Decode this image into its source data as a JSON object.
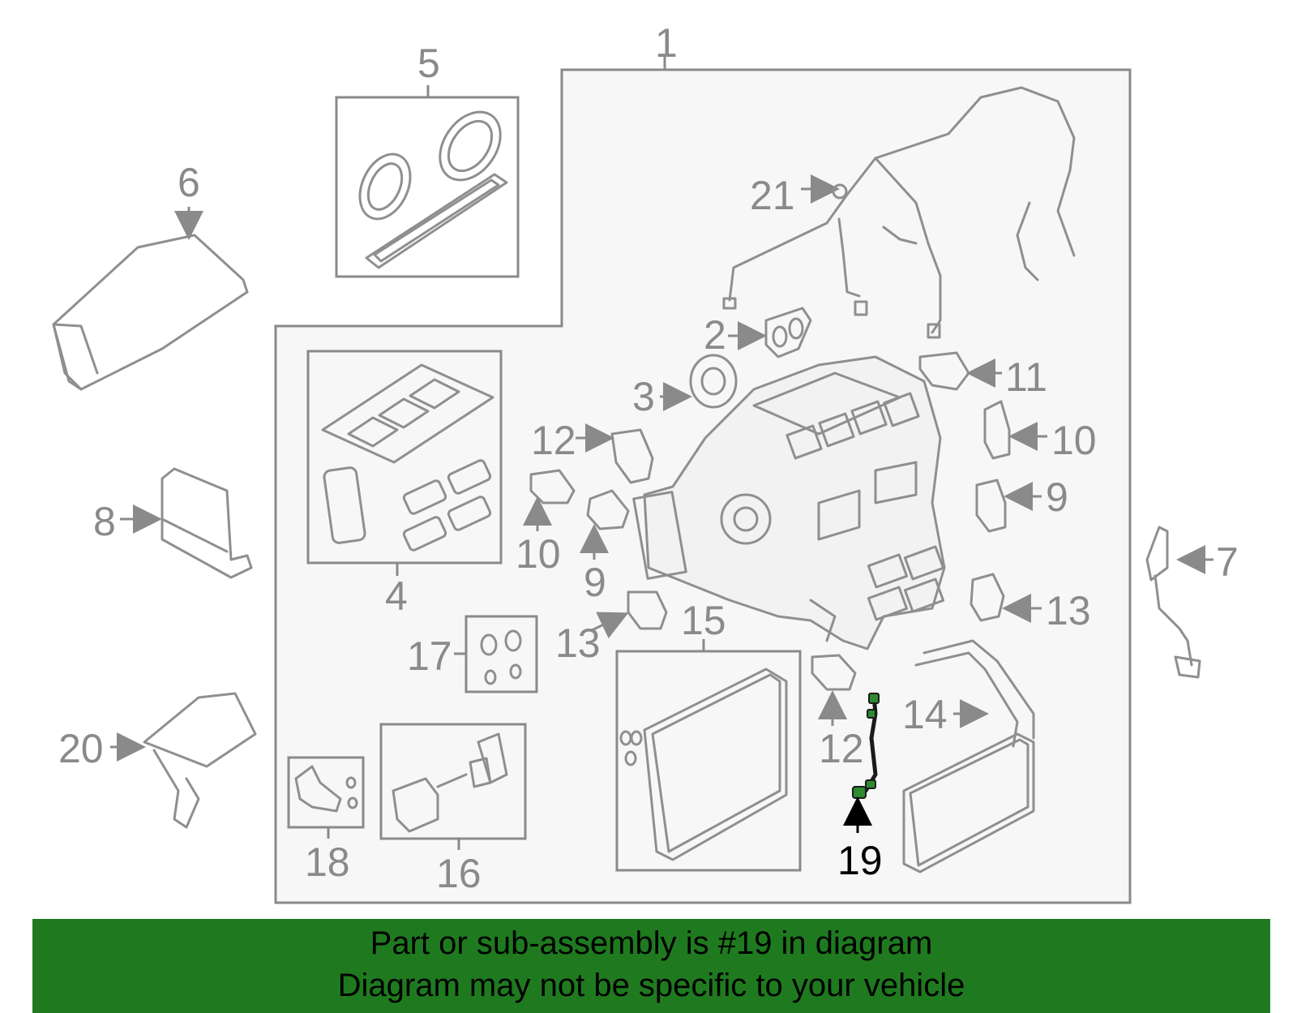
{
  "diagram": {
    "highlight_color": "#1f7a1f",
    "labels": {
      "p1": "1",
      "p2": "2",
      "p3": "3",
      "p4": "4",
      "p5": "5",
      "p6": "6",
      "p7": "7",
      "p8": "8",
      "p9a": "9",
      "p9b": "9",
      "p10a": "10",
      "p10b": "10",
      "p11": "11",
      "p12a": "12",
      "p12b": "12",
      "p13a": "13",
      "p13b": "13",
      "p14": "14",
      "p15": "15",
      "p16": "16",
      "p17": "17",
      "p18": "18",
      "p19": "19",
      "p20": "20",
      "p21": "21"
    }
  },
  "banner": {
    "line1": "Part or sub-assembly is #19 in diagram",
    "line2": "Diagram may not be specific to your vehicle"
  }
}
